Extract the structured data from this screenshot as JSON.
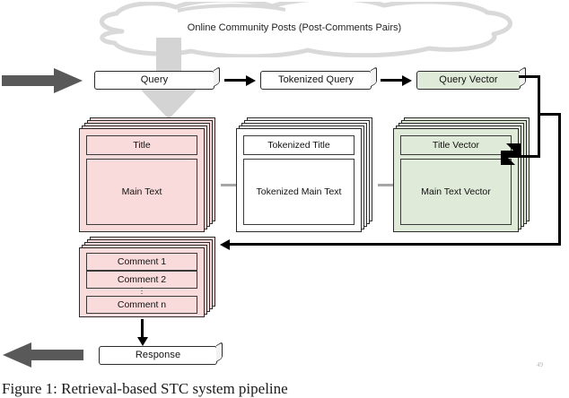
{
  "figure": {
    "caption": "Figure 1: Retrieval-based STC system pipeline",
    "page_number": "49"
  },
  "cloud": {
    "label": "Online Community Posts (Post-Comments Pairs)",
    "icon": "cloud-icon",
    "color": "#d9d9d9"
  },
  "query_row": {
    "query": "Query",
    "tokenized_query": "Tokenized Query",
    "query_vector": "Query Vector"
  },
  "post_row": {
    "raw": {
      "title": "Title",
      "main_text": "Main Text",
      "color": "#fadbdb"
    },
    "tokenized": {
      "title": "Tokenized Title",
      "main_text": "Tokenized Main Text",
      "color": "#ffffff"
    },
    "vector": {
      "title": "Title Vector",
      "main_text": "Main Text Vector",
      "color": "#dfead8"
    }
  },
  "comments": {
    "items": [
      "Comment 1",
      "Comment 2",
      "Comment n"
    ],
    "ellipsis": "⋮",
    "color": "#fadbdb"
  },
  "response": {
    "label": "Response"
  },
  "arrows": {
    "input_arrow": "thick-right-arrow-icon",
    "output_arrow": "thick-left-arrow-icon",
    "ingest_arrow": "down-block-arrow-icon",
    "flow_color": "#000000",
    "gray_color": "#a6a6a6",
    "big_arrow_color": "#595959"
  }
}
